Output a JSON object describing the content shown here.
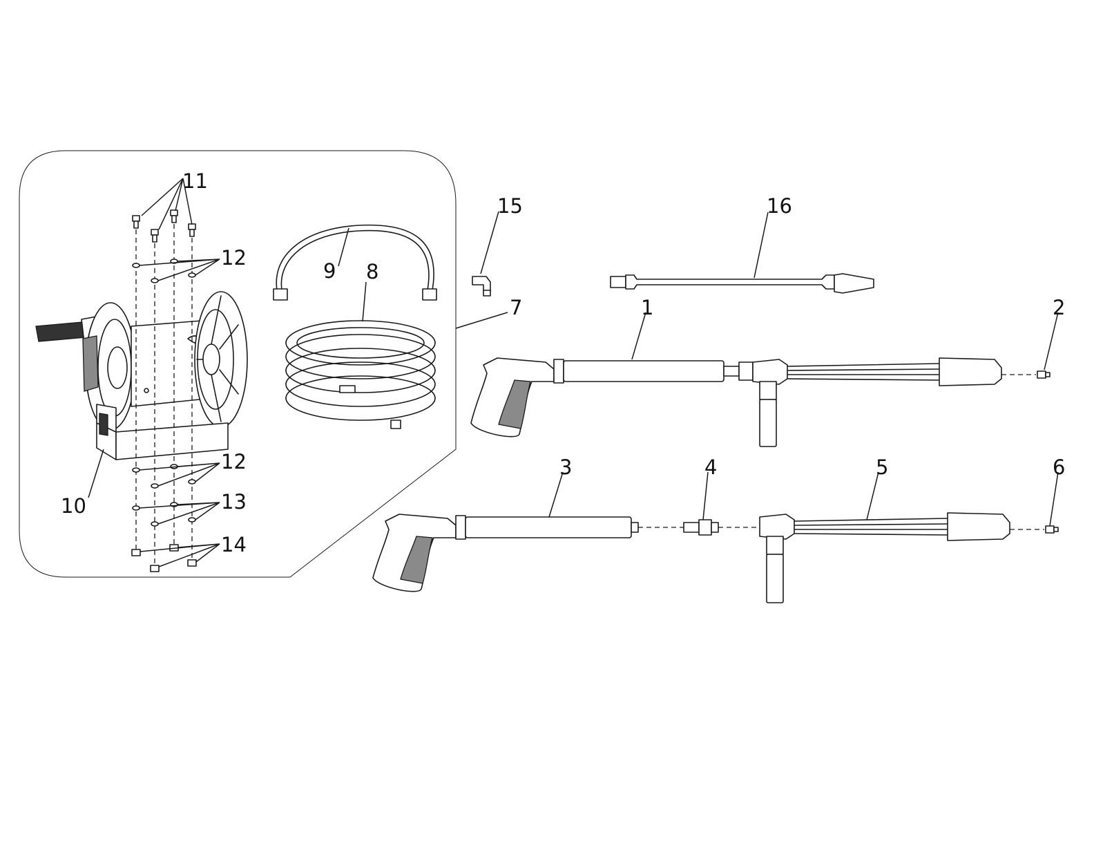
{
  "callouts": {
    "c1": "1",
    "c2": "2",
    "c3": "3",
    "c4": "4",
    "c5": "5",
    "c6": "6",
    "c7": "7",
    "c8": "8",
    "c9": "9",
    "c10": "10",
    "c11": "11",
    "c12a": "12",
    "c12b": "12",
    "c13": "13",
    "c14": "14",
    "c15": "15",
    "c16": "16"
  },
  "colors": {
    "line": "#1a1a1a",
    "background": "#ffffff",
    "shade": "#8a8a8a"
  }
}
